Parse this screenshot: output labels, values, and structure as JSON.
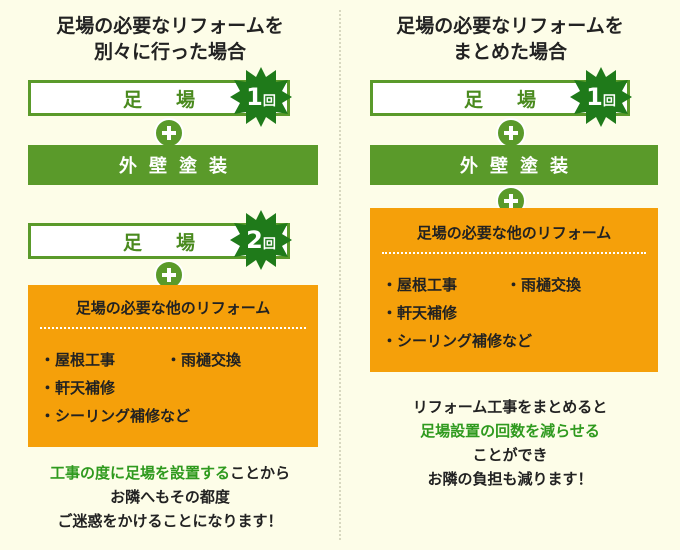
{
  "left": {
    "heading_line1": "足場の必要なリフォームを",
    "heading_line2": "別々に行った場合",
    "scaffold1_label": "足場",
    "scaffold1_count": "1",
    "wall_label": "外壁塗装",
    "scaffold2_label": "足場",
    "scaffold2_count": "2",
    "count_unit": "回",
    "other_title": "足場の必要な他のリフォーム",
    "items": [
      "・屋根工事",
      "・雨樋交換",
      "・軒天補修",
      "・シーリング補修など"
    ],
    "footer_hl": "工事の度に足場を設置する",
    "footer_rest1": "ことから",
    "footer_line2": "お隣へもその都度",
    "footer_line3": "ご迷惑をかけることになります！"
  },
  "right": {
    "heading_line1": "足場の必要なリフォームを",
    "heading_line2": "まとめた場合",
    "scaffold_label": "足場",
    "scaffold_count": "1",
    "count_unit": "回",
    "wall_label": "外壁塗装",
    "other_title": "足場の必要な他のリフォーム",
    "items": [
      "・屋根工事",
      "・雨樋交換",
      "・軒天補修",
      "・シーリング補修など"
    ],
    "footer_line1": "リフォーム工事をまとめると",
    "footer_hl": "足場設置の回数を減らせる",
    "footer_line3": "ことができ",
    "footer_line4": "お隣の負担も減ります！"
  },
  "colors": {
    "green": "#5a9a2a",
    "orange": "#f5a00a",
    "highlight_green": "#2f9a1e",
    "background": "#fdfde8"
  },
  "icons": [
    "plus-icon",
    "starburst-badge"
  ]
}
